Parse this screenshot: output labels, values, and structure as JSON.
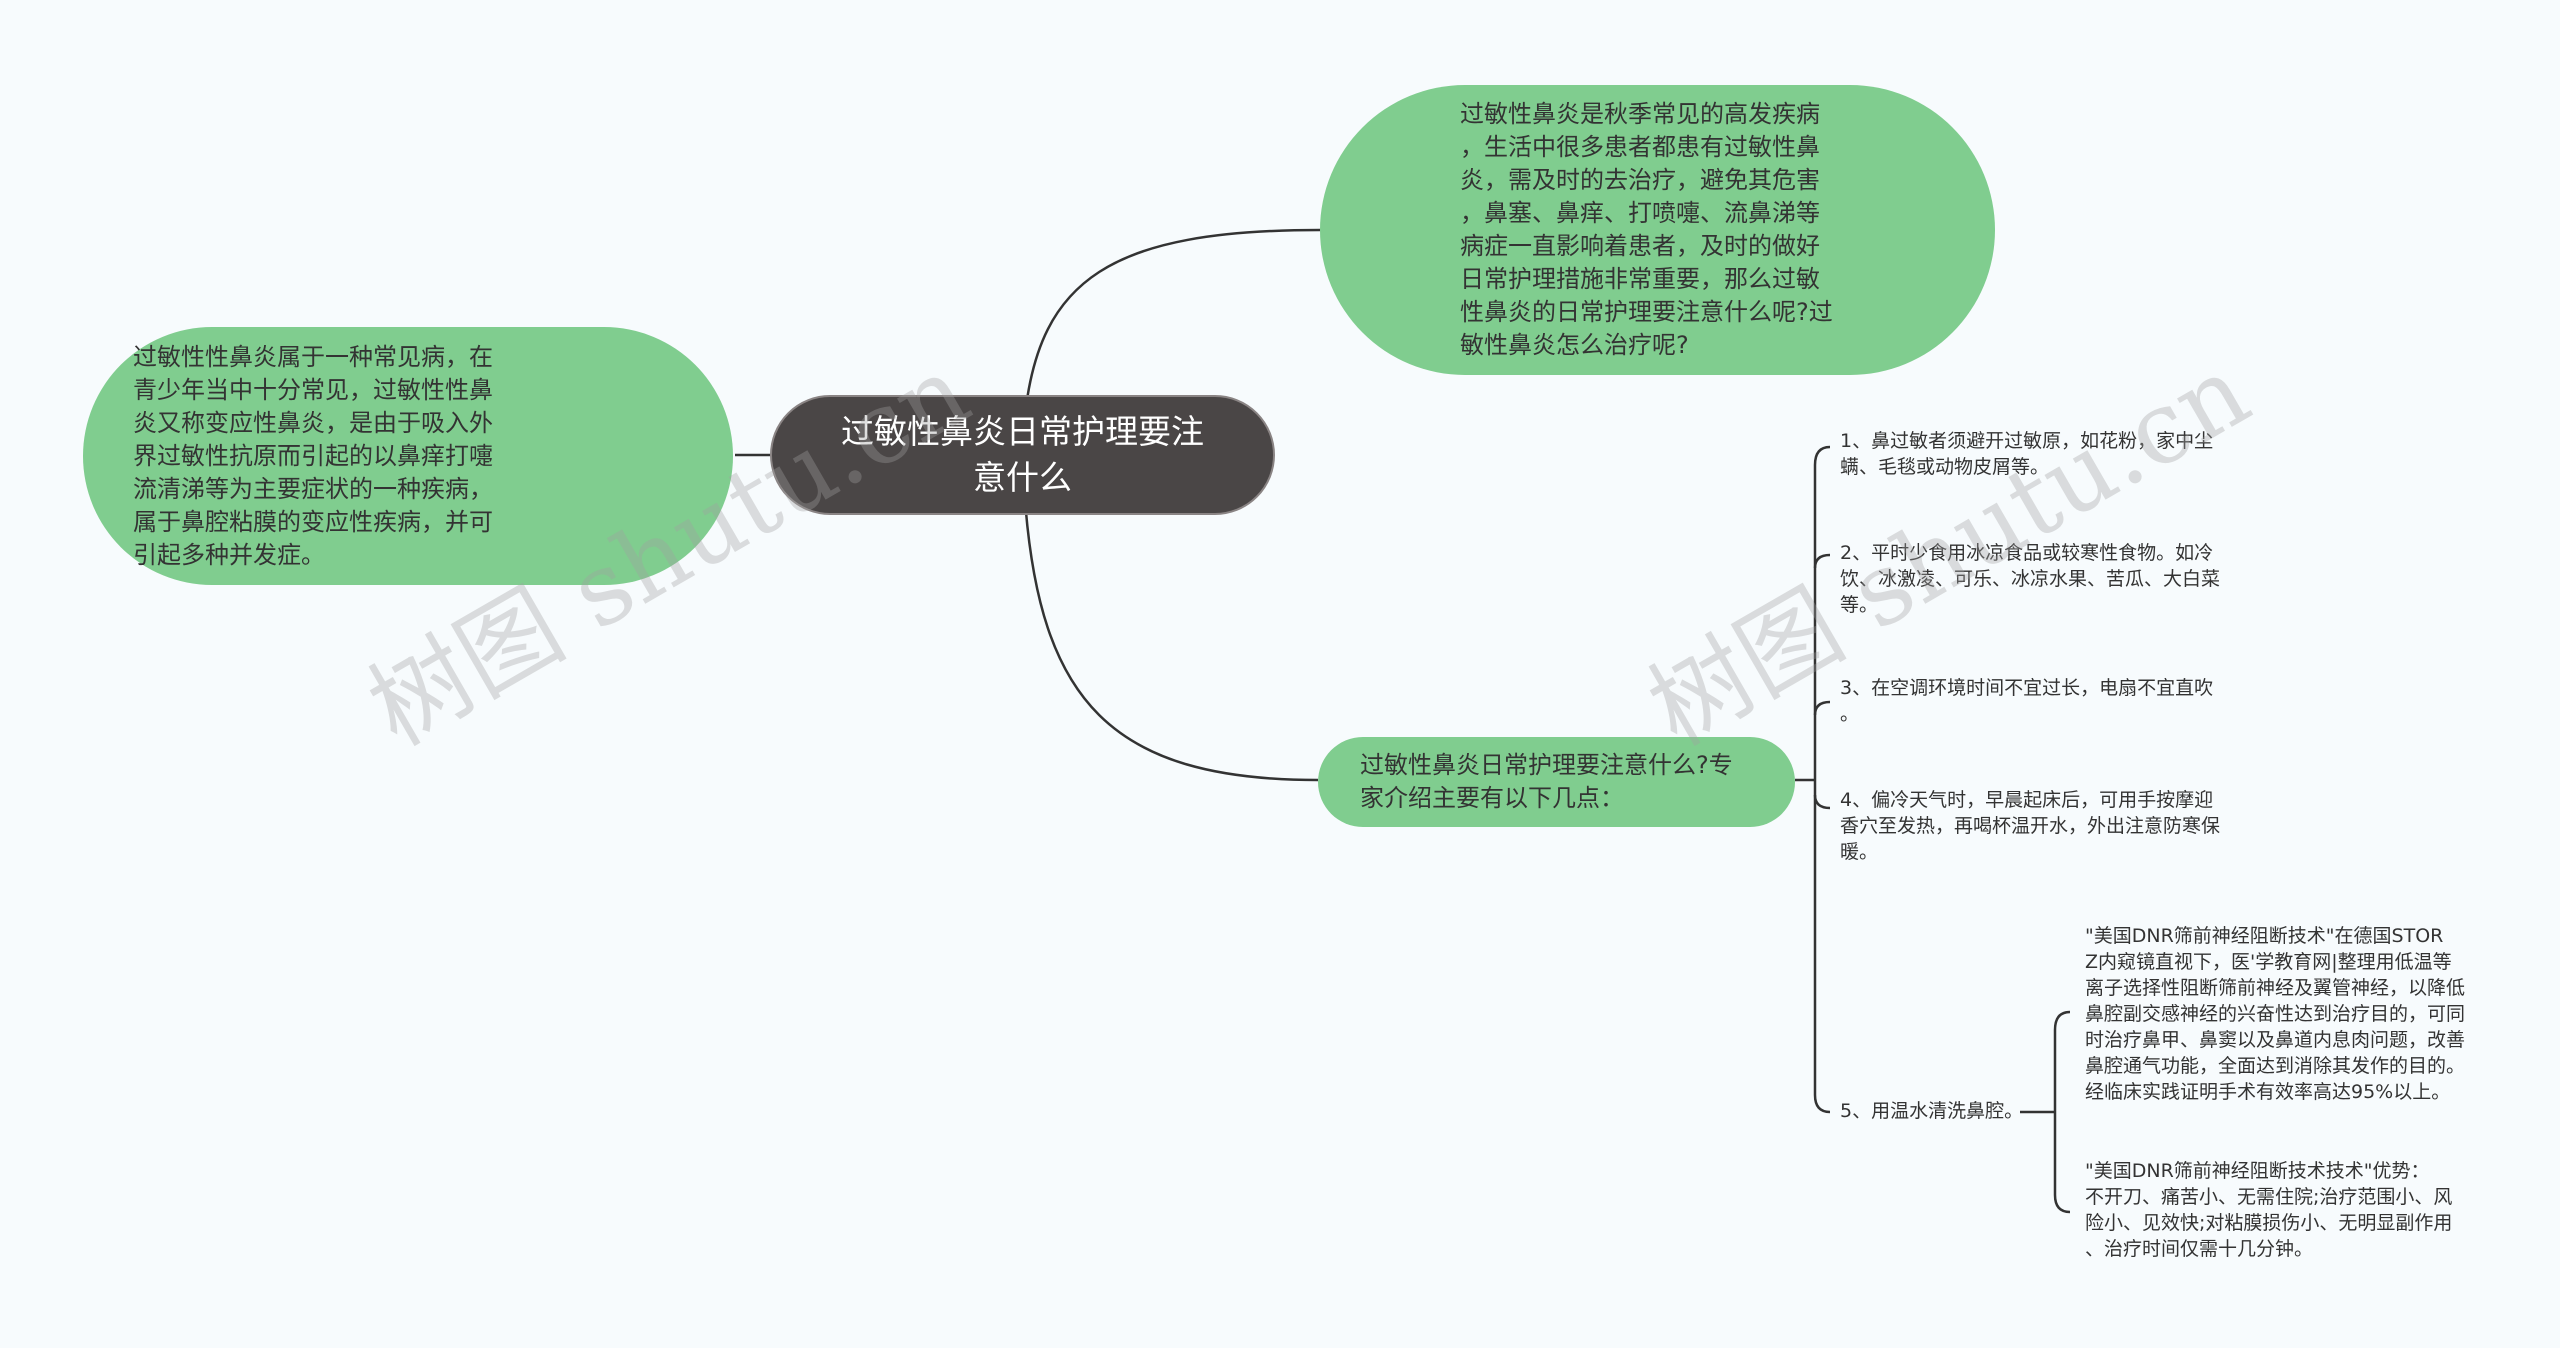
{
  "mindmap": {
    "root": {
      "text": "过敏性鼻炎日常护理要注\n意什么"
    },
    "left_node": {
      "text": "过敏性性鼻炎属于一种常见病，在\n青少年当中十分常见，过敏性性鼻\n炎又称变应性鼻炎，是由于吸入外\n界过敏性抗原而引起的以鼻痒打嚏\n流清涕等为主要症状的一种疾病，\n属于鼻腔粘膜的变应性疾病，并可\n引起多种并发症。"
    },
    "top_right_node": {
      "text": "过敏性鼻炎是秋季常见的高发疾病\n，生活中很多患者都患有过敏性鼻\n炎，需及时的去治疗，避免其危害\n，鼻塞、鼻痒、打喷嚏、流鼻涕等\n病症一直影响着患者，及时的做好\n日常护理措施非常重要，那么过敏\n性鼻炎的日常护理要注意什么呢?过\n敏性鼻炎怎么治疗呢?"
    },
    "mid_right_node": {
      "text": "过敏性鼻炎日常护理要注意什么?专\n家介绍主要有以下几点："
    },
    "points": [
      {
        "text": "1、鼻过敏者须避开过敏原，如花粉，家中尘\n螨、毛毯或动物皮屑等。"
      },
      {
        "text": "2、平时少食用冰凉食品或较寒性食物。如冷\n饮、冰激凌、可乐、冰凉水果、苦瓜、大白菜\n等。"
      },
      {
        "text": "3、在空调环境时间不宜过长，电扇不宜直吹\n。"
      },
      {
        "text": "4、偏冷天气时，早晨起床后，可用手按摩迎\n香穴至发热，再喝杯温开水，外出注意防寒保\n暖。"
      },
      {
        "text": "5、用温水清洗鼻腔。"
      }
    ],
    "sub_points": [
      {
        "text": "\"美国DNR筛前神经阻断技术\"在德国STOR\nZ内窥镜直视下，医'学教育网|整理用低温等\n离子选择性阻断筛前神经及翼管神经，以降低\n鼻腔副交感神经的兴奋性达到治疗目的，可同\n时治疗鼻甲、鼻窦以及鼻道内息肉问题，改善\n鼻腔通气功能，全面达到消除其发作的目的。\n经临床实践证明手术有效率高达95%以上。"
      },
      {
        "text": "\"美国DNR筛前神经阻断技术技术\"优势：\n不开刀、痛苦小、无需住院;治疗范围小、风\n险小、见效快;对粘膜损伤小、无明显副作用\n、治疗时间仅需十几分钟。"
      }
    ]
  },
  "watermarks": [
    "树图 shutu.cn",
    "树图 shutu.cn"
  ],
  "colors": {
    "node_green": "#80cd8f",
    "root_dark": "#4a4646",
    "line": "#333333",
    "background": "#f7fbfd"
  }
}
